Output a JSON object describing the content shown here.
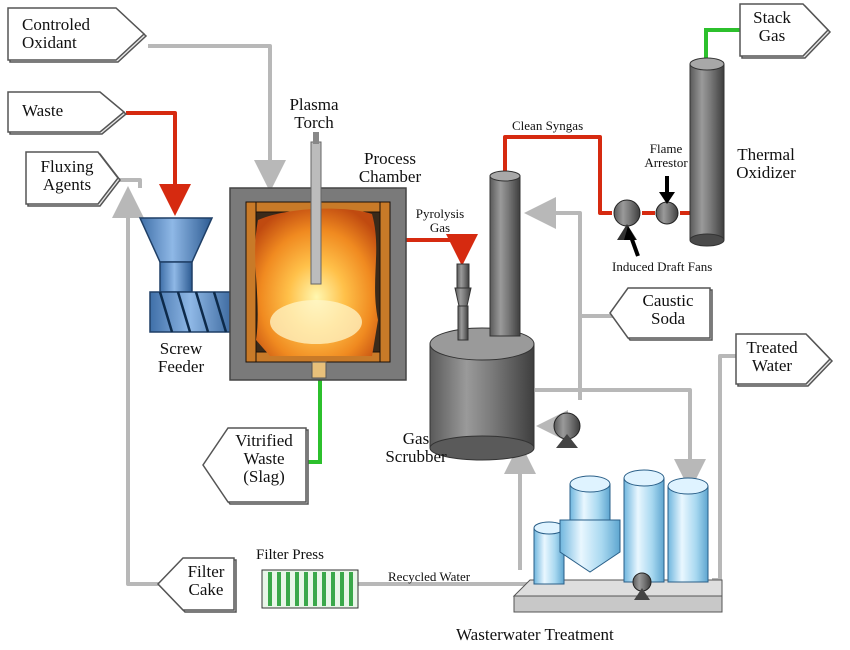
{
  "inputs": {
    "controlled_oxidant": [
      "Controled",
      "Oxidant"
    ],
    "waste": "Waste",
    "fluxing_agents": [
      "Fluxing",
      "Agents"
    ],
    "caustic_soda": [
      "Caustic",
      "Soda"
    ]
  },
  "outputs": {
    "stack_gas": [
      "Stack",
      "Gas"
    ],
    "treated_water": [
      "Treated",
      "Water"
    ],
    "vitrified_waste": [
      "Vitrified",
      "Waste",
      "(Slag)"
    ],
    "filter_cake": [
      "Filter",
      "Cake"
    ]
  },
  "equipment": {
    "plasma_torch": [
      "Plasma",
      "Torch"
    ],
    "process_chamber": [
      "Process",
      "Chamber"
    ],
    "screw_feeder": [
      "Screw",
      "Feeder"
    ],
    "gas_scrubber": [
      "Gas",
      "Scrubber"
    ],
    "thermal_oxidizer": [
      "Thermal",
      "Oxidizer"
    ],
    "flame_arrestor": [
      "Flame",
      "Arrestor"
    ],
    "induced_draft_fans": "Induced Draft Fans",
    "filter_press": "Filter Press",
    "wastewater_treatment": "Wasterwater Treatment"
  },
  "streams": {
    "pyrolysis_gas": [
      "Pyrolysis",
      "Gas"
    ],
    "clean_syngas": "Clean Syngas",
    "recycled_water": "Recycled Water"
  },
  "colors": {
    "hot_gas_line": "#d62a10",
    "slag_line": "#2cc02c",
    "utility_line": "#b8b8b8",
    "vessel_gray": "#6e6e6e",
    "tank_blue": "#a8d8f0",
    "filter_green": "#3aa84a"
  }
}
